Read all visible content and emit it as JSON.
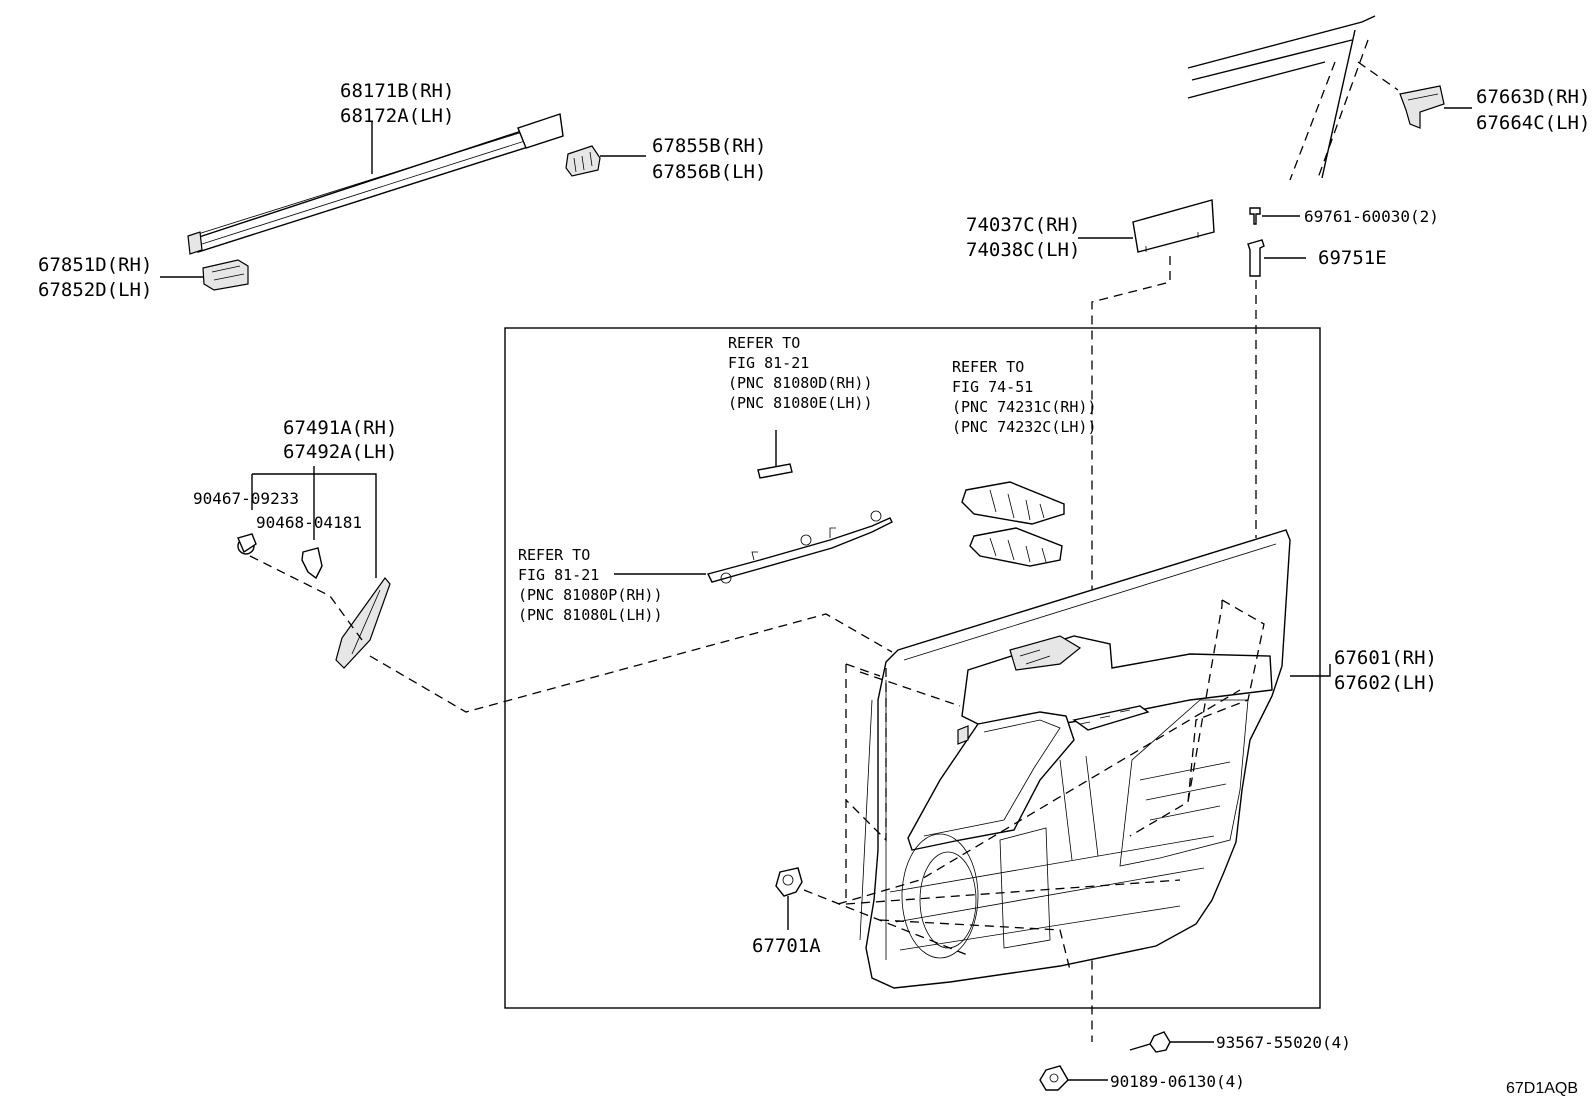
{
  "labels": {
    "p68171": [
      "68171B(RH)",
      "68172A(LH)"
    ],
    "p67855": [
      "67855B(RH)",
      "67856B(LH)"
    ],
    "p67851": [
      "67851D(RH)",
      "67852D(LH)"
    ],
    "p67663": [
      "67663D(RH)",
      "67664C(LH)"
    ],
    "p74037": [
      "74037C(RH)",
      "74038C(LH)"
    ],
    "p69761": "69761-60030(2)",
    "p69751": "69751E",
    "p67491": [
      "67491A(RH)",
      "67492A(LH)"
    ],
    "p90467": "90467-09233",
    "p90468": "90468-04181",
    "p67601": [
      "67601(RH)",
      "67602(LH)"
    ],
    "p67701": "67701A",
    "p93567": "93567-55020(4)",
    "p90189": "90189-06130(4)"
  },
  "refs": {
    "ref1": [
      "REFER TO",
      "FIG 81-21",
      "(PNC 81080D(RH))",
      "(PNC 81080E(LH))"
    ],
    "ref2": [
      "REFER TO",
      "FIG 74-51",
      "(PNC 74231C(RH))",
      "(PNC 74232C(LH))"
    ],
    "ref3": [
      "REFER TO",
      "FIG 81-21",
      "(PNC 81080P(RH))",
      "(PNC 81080L(LH))"
    ]
  },
  "code": "67D1AQB"
}
